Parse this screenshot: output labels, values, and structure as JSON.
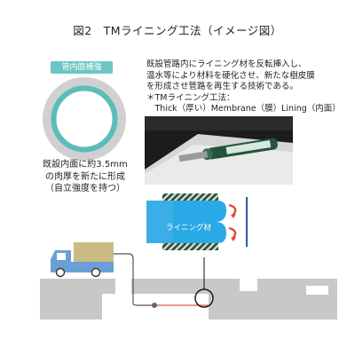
{
  "title": "図2　TMライニング工法（イメージ図）",
  "inner_reinforce_label": "管内面補強",
  "ring_caption": [
    "既設内面に約3.5mm",
    "の肉厚を新たに形成",
    "（自立強度を持つ）"
  ],
  "description": [
    "既設管路内にライニング材を反転挿入し、",
    "温水等により材料を硬化させ、新たな樹皮膜",
    "を形成させ管路を再生する技術である。",
    "＊TMライニング工法：",
    "　Thick（厚い）Membrane（膜）Lining（内面）"
  ],
  "lining_material_label": "ライニング材",
  "colors": {
    "teal": "#5bbdb7",
    "blue": "#3aaee6",
    "truck": "#6a9fd5",
    "cargo": "#c8bc82",
    "road": "#c8c8c8",
    "arrow": "#e8472b"
  }
}
